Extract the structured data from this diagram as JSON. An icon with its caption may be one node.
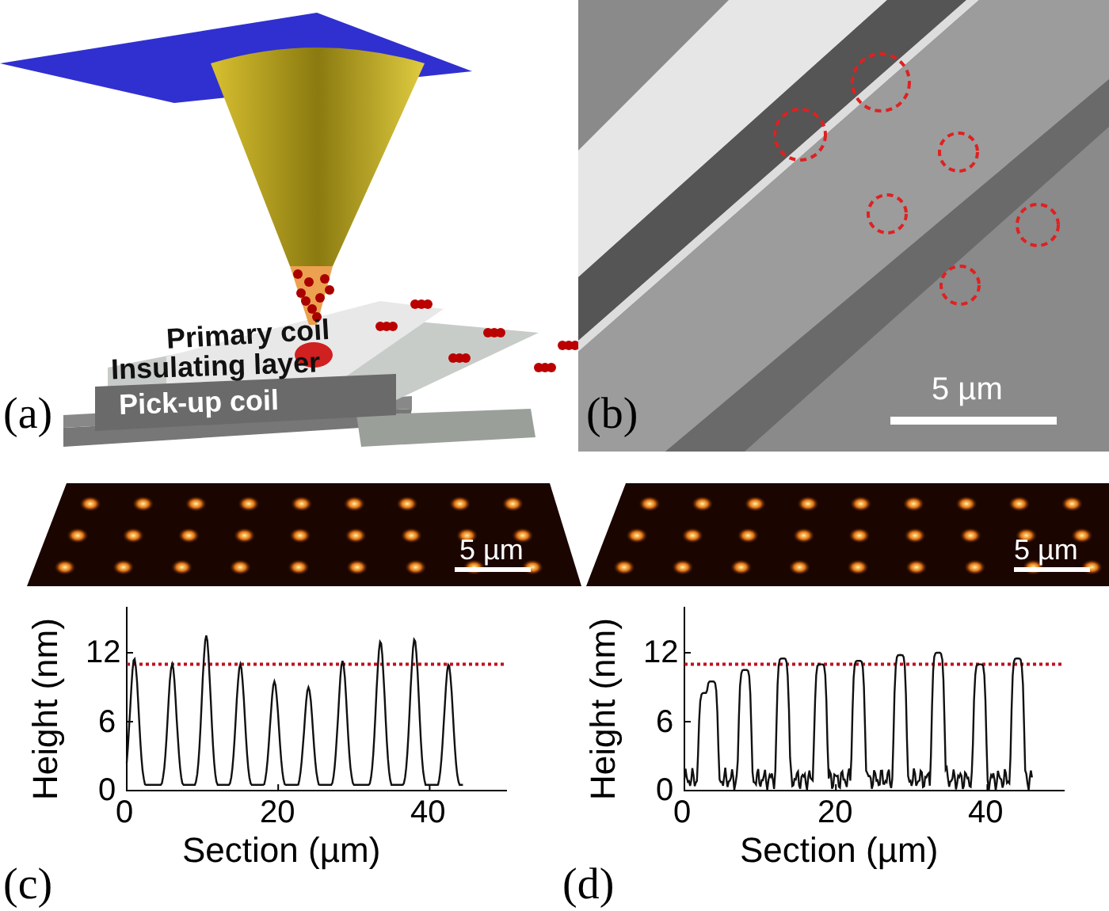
{
  "diagram": {
    "labels": [
      "Primary coil",
      "Insulating layer",
      "Pick-up coil",
      "(a)",
      "5 µm",
      "(b)",
      "5 µm",
      "5 µm",
      "12",
      "6",
      "0",
      "Height (nm)",
      "0",
      "20",
      "40",
      "Section (µm)",
      "12",
      "6",
      "0",
      "Height (nm)",
      "0",
      "20",
      "40",
      "Section (µm)",
      "(c)",
      "(d)"
    ]
  }
}
